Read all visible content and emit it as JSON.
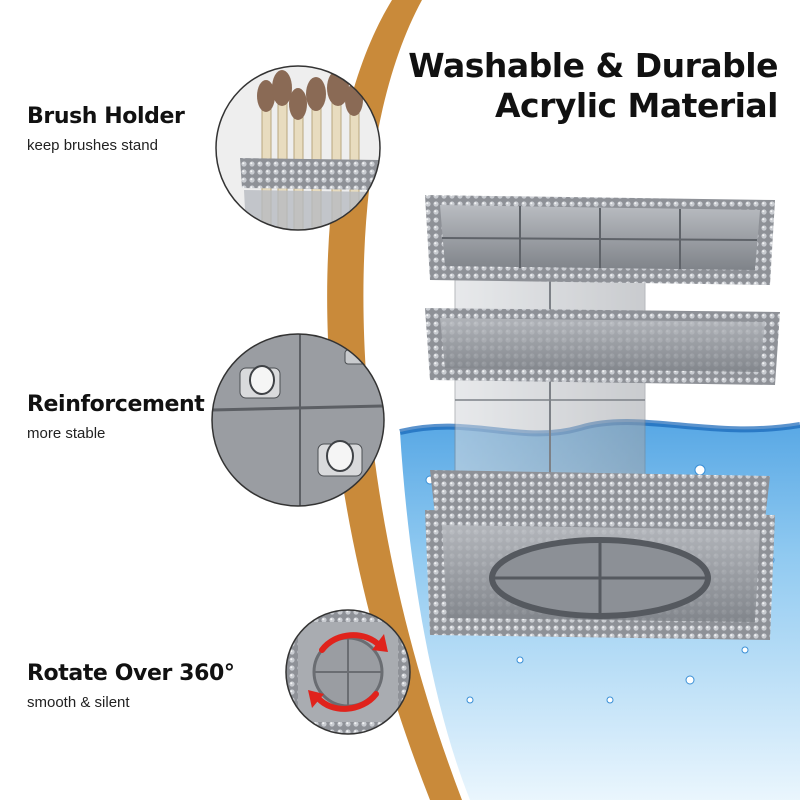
{
  "headline": {
    "line1": "Washable & Durable",
    "line2": "Acrylic Material"
  },
  "features": [
    {
      "title": "Brush Holder",
      "subtitle": "keep brushes stand",
      "icon": "brush-holder-photo"
    },
    {
      "title": "Reinforcement",
      "subtitle": "more stable",
      "icon": "reinforcement-photo"
    },
    {
      "title": "Rotate Over 360°",
      "subtitle": "smooth & silent",
      "icon": "rotation-photo"
    }
  ],
  "colors": {
    "accent_band": "#c98a3a",
    "water": "#1e7fd0",
    "acrylic": "#8a8d93",
    "rotate_arrow": "#e0231c"
  }
}
